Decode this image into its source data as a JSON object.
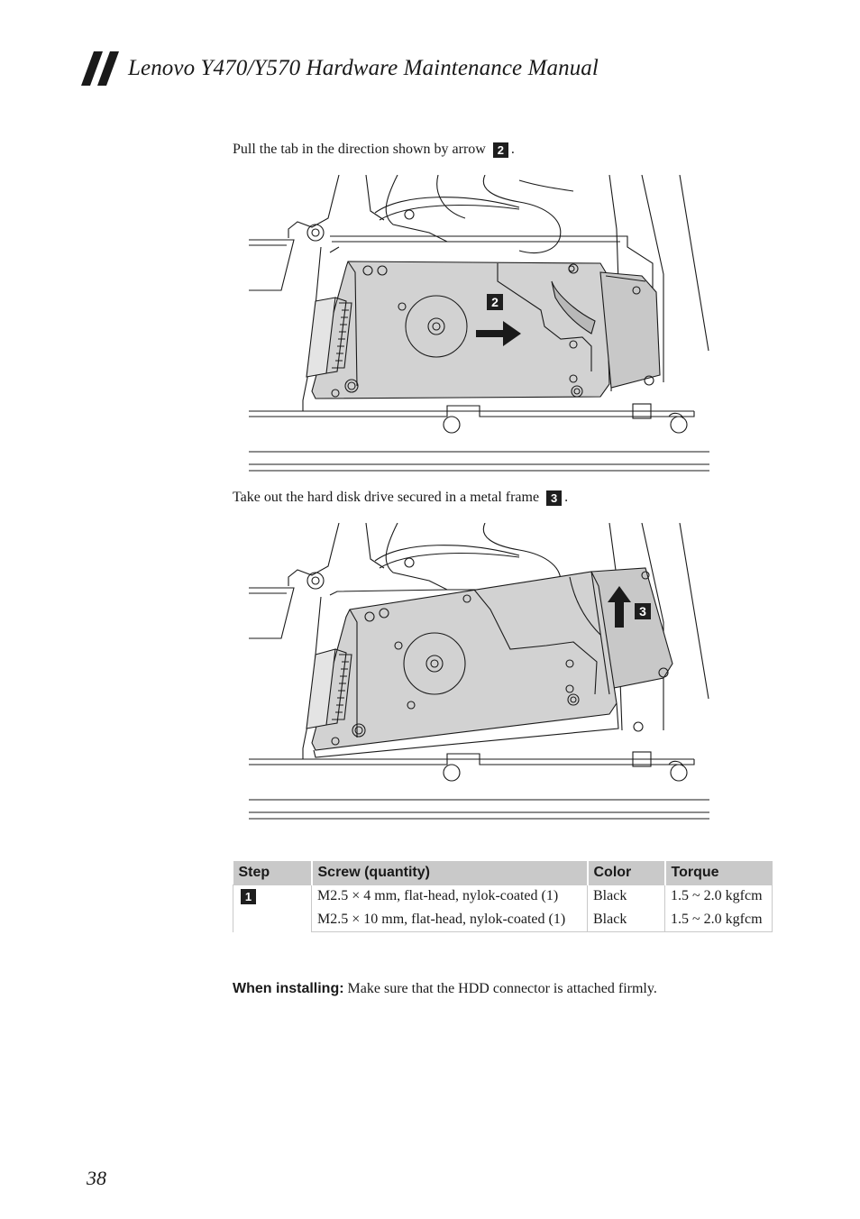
{
  "header": {
    "title": "Lenovo Y470/Y570 Hardware Maintenance Manual"
  },
  "steps": [
    {
      "text": "Pull the tab in the direction shown by arrow",
      "badge": "2",
      "end": "."
    },
    {
      "text": "Take out the hard disk drive secured in a metal frame",
      "badge": "3",
      "end": "."
    }
  ],
  "figures": [
    {
      "callout": "2",
      "arrow": "right"
    },
    {
      "callout": "3",
      "arrow": "up"
    }
  ],
  "table": {
    "headers": [
      "Step",
      "Screw (quantity)",
      "Color",
      "Torque"
    ],
    "step_badge": "1",
    "rows": [
      {
        "screw": "M2.5 × 4 mm, flat-head, nylok-coated (1)",
        "color": "Black",
        "torque": "1.5 ~ 2.0 kgfcm"
      },
      {
        "screw": "M2.5 × 10 mm, flat-head, nylok-coated (1)",
        "color": "Black",
        "torque": "1.5 ~ 2.0 kgfcm"
      }
    ]
  },
  "note": {
    "label": "When installing:",
    "text": "Make sure that the HDD connector is attached firmly."
  },
  "page_number": "38"
}
